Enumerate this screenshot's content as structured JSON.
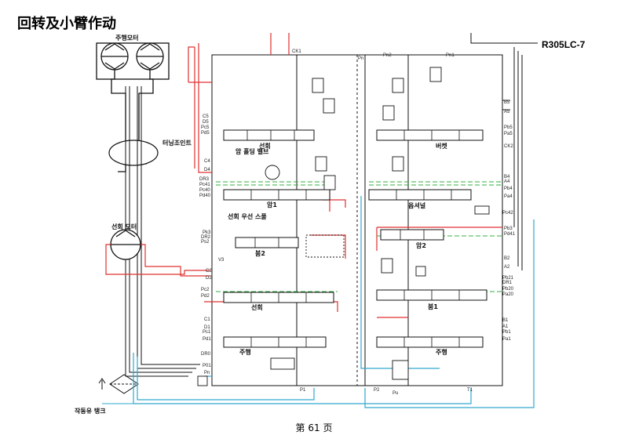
{
  "page": {
    "title": "回转及小臂作动",
    "model": "R305LC-7",
    "page_number": "第 61 页"
  },
  "diagram": {
    "components": {
      "travel_motor": "주행모터",
      "turning_joint": "터닝조인트",
      "swing_motor": "선회 모터",
      "arm_holding_valve": "암 홀딩 밸브",
      "swing_priority_spool": "선회 우선 스풀",
      "drain_filter_tank": "작동유 탱크"
    },
    "spools_left": [
      "선회",
      "암1",
      "붐2",
      "선회",
      "주행"
    ],
    "spools_right": [
      "버켓",
      "옵셔널",
      "암2",
      "붐1",
      "주행"
    ],
    "ports_left": [
      "C5",
      "D5",
      "Pc5",
      "Pd5",
      "C4",
      "D4",
      "DR3",
      "Pc41",
      "Pc40",
      "Pd40",
      "Pk3",
      "DR2",
      "Ps2",
      "V3",
      "C2",
      "D2",
      "Pc2",
      "Pd2",
      "C1",
      "D1",
      "Pc1",
      "Pd1",
      "DR0",
      "P01",
      "Pn"
    ],
    "ports_right": [
      "B5",
      "A5",
      "Pb5",
      "Pa5",
      "CK2",
      "B4",
      "A4",
      "Pb4",
      "Pa4",
      "Pc42",
      "Pb3",
      "Pd41",
      "B2",
      "A2",
      "Pb21",
      "DR1",
      "Pb20",
      "Pa20",
      "B1",
      "A1",
      "Pb1",
      "Pa1"
    ],
    "ports_top": [
      "CK1",
      "Pn",
      "Pn2",
      "Pn1"
    ],
    "ports_bottom": [
      "P1",
      "P2",
      "Pu",
      "T1"
    ],
    "colors": {
      "pressure_line": "#e03030",
      "pilot_line": "#30b040",
      "return_line": "#30a8d0",
      "outline": "#111111"
    }
  }
}
